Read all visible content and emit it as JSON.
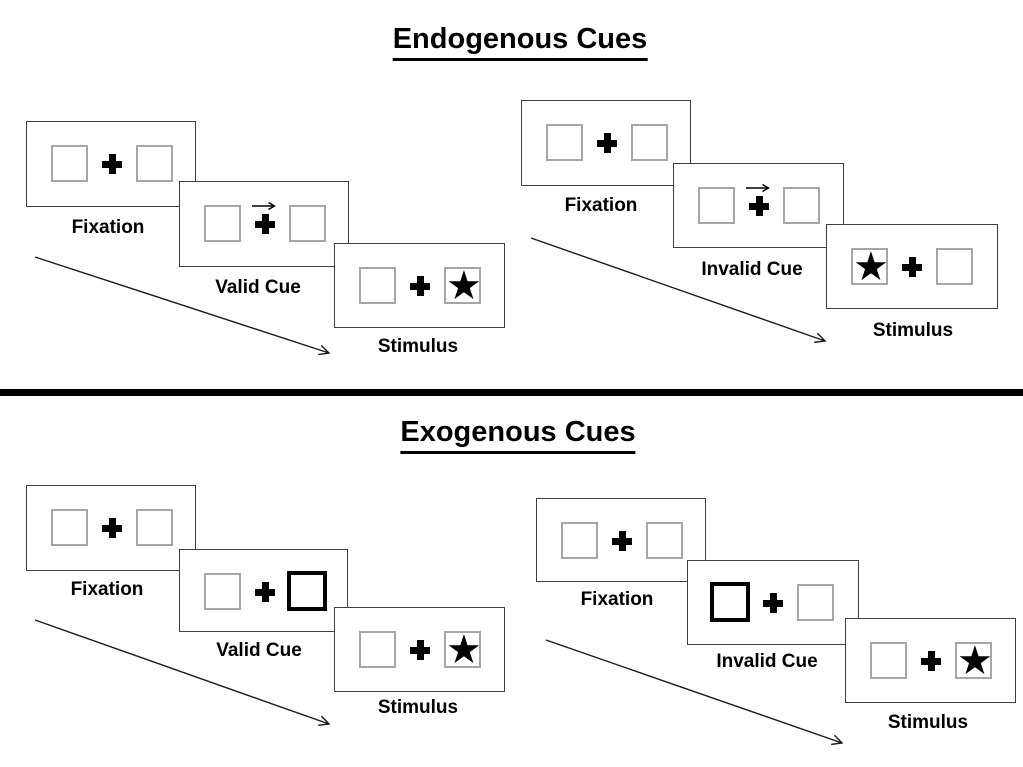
{
  "colors": {
    "background": "#ffffff",
    "panel_border": "#404040",
    "location_box_border": "#a6a6a6",
    "cue_highlight_border": "#000000",
    "symbol": "#000000",
    "divider": "#000000"
  },
  "icons": {
    "star_glyph": "★",
    "fixation_cross": "plus-cross",
    "cue_arrow": "thin-right-arrow",
    "timeline_arrow": "diagonal-down-right-arrow"
  },
  "diagram": {
    "sections": [
      {
        "name": "endogenous",
        "title": "Endogenous Cues",
        "sequences": [
          {
            "name": "valid",
            "panels": [
              {
                "label": "Fixation",
                "left_box": "empty",
                "right_box": "empty",
                "cue": "none"
              },
              {
                "label": "Valid Cue",
                "left_box": "empty",
                "right_box": "empty",
                "cue": "central-arrow-pointing-right"
              },
              {
                "label": "Stimulus",
                "left_box": "empty",
                "right_box": "star",
                "cue": "none"
              }
            ]
          },
          {
            "name": "invalid",
            "panels": [
              {
                "label": "Fixation",
                "left_box": "empty",
                "right_box": "empty",
                "cue": "none"
              },
              {
                "label": "Invalid Cue",
                "left_box": "empty",
                "right_box": "empty",
                "cue": "central-arrow-pointing-right"
              },
              {
                "label": "Stimulus",
                "left_box": "star",
                "right_box": "empty",
                "cue": "none"
              }
            ]
          }
        ]
      },
      {
        "name": "exogenous",
        "title": "Exogenous Cues",
        "sequences": [
          {
            "name": "valid",
            "panels": [
              {
                "label": "Fixation",
                "left_box": "empty",
                "right_box": "empty",
                "cue": "none"
              },
              {
                "label": "Valid Cue",
                "left_box": "empty",
                "right_box": "highlighted",
                "cue": "right-box-highlighted"
              },
              {
                "label": "Stimulus",
                "left_box": "empty",
                "right_box": "star",
                "cue": "none"
              }
            ]
          },
          {
            "name": "invalid",
            "panels": [
              {
                "label": "Fixation",
                "left_box": "empty",
                "right_box": "empty",
                "cue": "none"
              },
              {
                "label": "Invalid Cue",
                "left_box": "highlighted",
                "right_box": "empty",
                "cue": "left-box-highlighted"
              },
              {
                "label": "Stimulus",
                "left_box": "empty",
                "right_box": "star",
                "cue": "none"
              }
            ]
          }
        ]
      }
    ]
  }
}
